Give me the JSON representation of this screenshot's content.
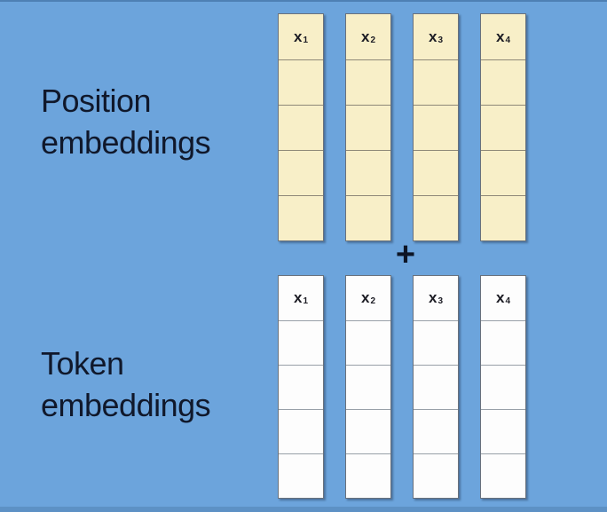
{
  "colors": {
    "background": "#6CA4DC",
    "top_edge_line": "#4E80B4",
    "bottom_strip": "#5D91C5",
    "position_cell_fill": "#F8EFC8",
    "token_cell_fill": "#FDFDFD",
    "cell_border": "#69717C",
    "label_text": "#10182B",
    "plus_text": "#0D1526"
  },
  "plus_sign": "+",
  "groups": {
    "position": {
      "label": "Position embeddings",
      "cells_per_column": 5,
      "columns": [
        {
          "base": "x",
          "sub": "1"
        },
        {
          "base": "x",
          "sub": "2"
        },
        {
          "base": "x",
          "sub": "3"
        },
        {
          "base": "x",
          "sub": "4"
        }
      ]
    },
    "token": {
      "label": "Token embeddings",
      "cells_per_column": 5,
      "columns": [
        {
          "base": "x",
          "sub": "1"
        },
        {
          "base": "x",
          "sub": "2"
        },
        {
          "base": "x",
          "sub": "3"
        },
        {
          "base": "x",
          "sub": "4"
        }
      ]
    }
  }
}
